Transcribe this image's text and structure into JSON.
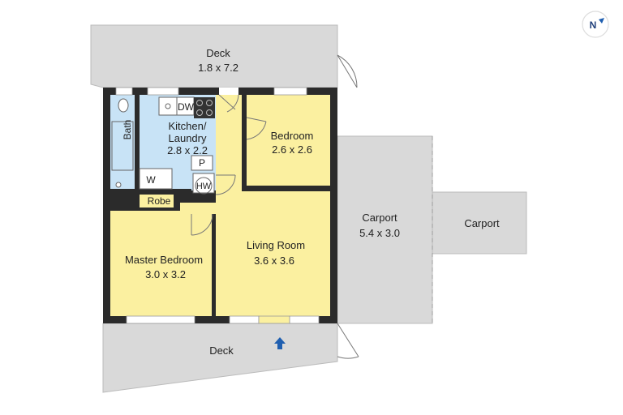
{
  "compass": {
    "label": "N"
  },
  "rooms": {
    "deck_top": {
      "name": "Deck",
      "dims": "1.8 x 7.2"
    },
    "kitchen": {
      "name_line1": "Kitchen/",
      "name_line2": "Laundry",
      "dims": "2.8 x 2.2"
    },
    "bedroom": {
      "name": "Bedroom",
      "dims": "2.6 x 2.6"
    },
    "bath": {
      "name": "Bath"
    },
    "robe": {
      "name": "Robe"
    },
    "master": {
      "name": "Master Bedroom",
      "dims": "3.0 x 3.2"
    },
    "living": {
      "name": "Living Room",
      "dims": "3.6 x 3.6"
    },
    "carport_main": {
      "name": "Carport",
      "dims": "5.4 x 3.0"
    },
    "carport_side": {
      "name": "Carport"
    },
    "deck_bottom": {
      "name": "Deck"
    }
  },
  "fixtures": {
    "dw": "DW",
    "w": "W",
    "p": "P",
    "hw": "HW"
  },
  "colors": {
    "wall": "#2b2b2b",
    "yellow_room": "#fbf0a0",
    "blue_room": "#c8e3f6",
    "outdoor": "#d9d9d9",
    "entry_arrow": "#1f5fb0"
  }
}
